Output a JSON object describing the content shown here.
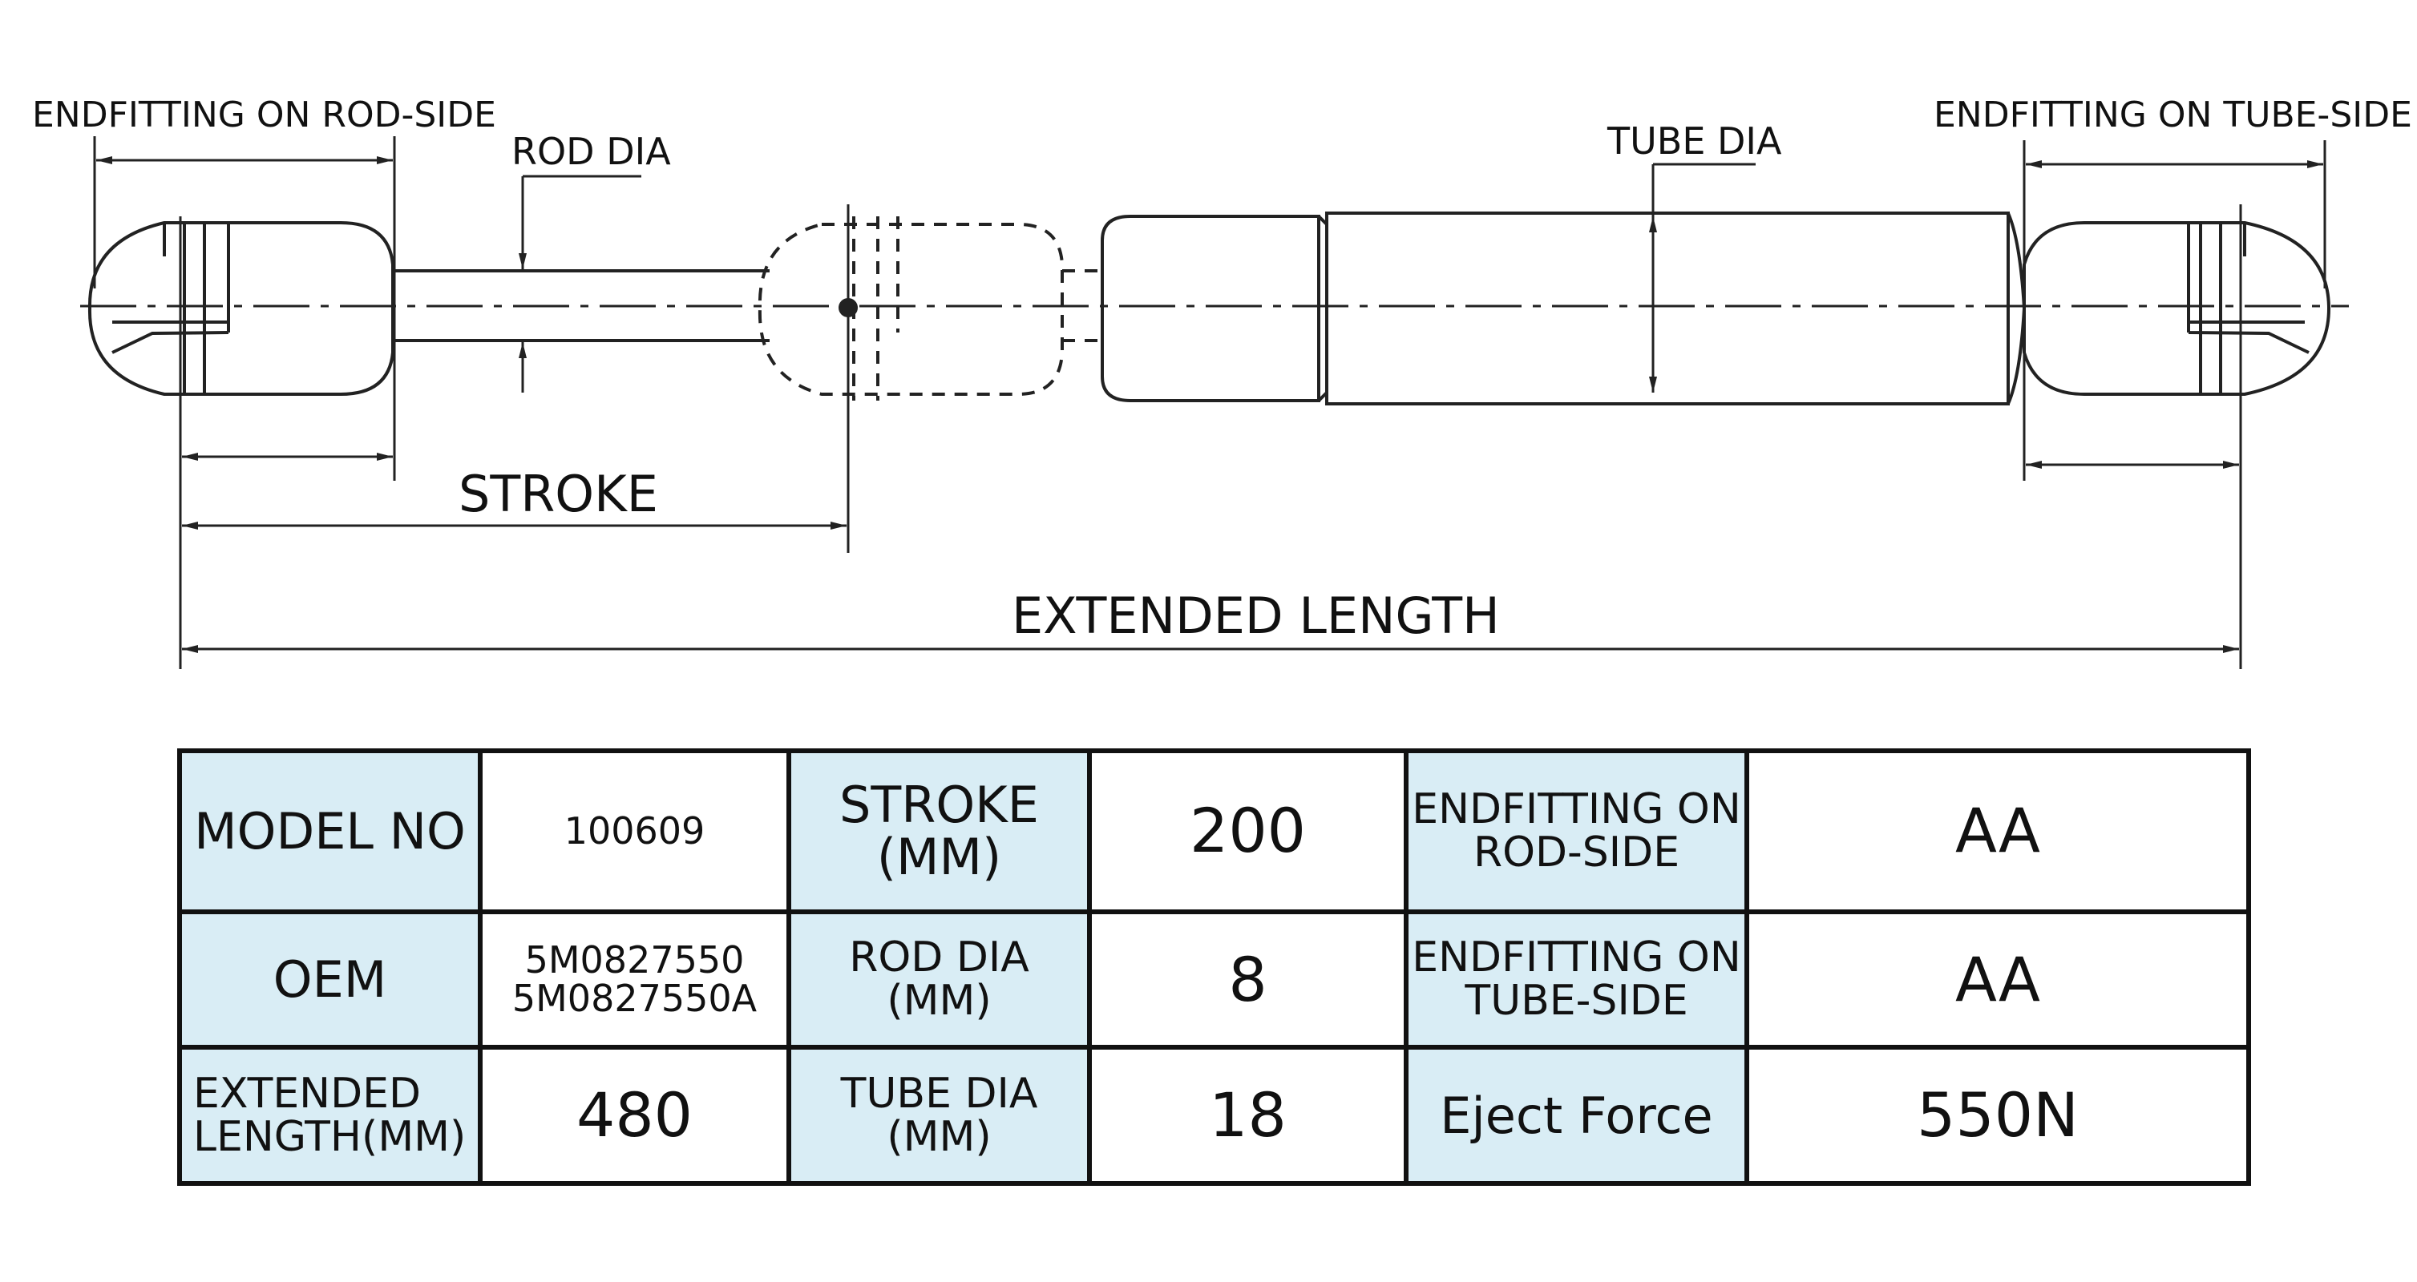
{
  "diagram": {
    "labels": {
      "endfitting_rod_side": "ENDFITTING ON ROD-SIDE",
      "rod_dia": "ROD DIA",
      "tube_dia": "TUBE DIA",
      "endfitting_tube_side": "ENDFITTING ON TUBE-SIDE",
      "stroke": "STROKE",
      "extended_length": "EXTENDED LENGTH"
    }
  },
  "spec_table": {
    "rows": [
      {
        "c1": [
          "MODEL NO"
        ],
        "c2": [
          "100609"
        ],
        "c3": [
          "STROKE",
          "(MM)"
        ],
        "c4": [
          "200"
        ],
        "c5": [
          "ENDFITTING ON",
          "ROD-SIDE"
        ],
        "c6": [
          "AA"
        ]
      },
      {
        "c1": [
          "OEM"
        ],
        "c2": [
          "5M0827550",
          "5M0827550A"
        ],
        "c3": [
          "ROD DIA",
          "(MM)"
        ],
        "c4": [
          "8"
        ],
        "c5": [
          "ENDFITTING ON",
          "TUBE-SIDE"
        ],
        "c6": [
          "AA"
        ]
      },
      {
        "c1": [
          "EXTENDED",
          "LENGTH(MM)"
        ],
        "c2": [
          "480"
        ],
        "c3": [
          "TUBE DIA",
          "(MM)"
        ],
        "c4": [
          "18"
        ],
        "c5": [
          "Eject Force"
        ],
        "c6": [
          "550N"
        ]
      }
    ]
  },
  "colors": {
    "label_cell_bg": "#d9edf5",
    "line": "#222222"
  }
}
